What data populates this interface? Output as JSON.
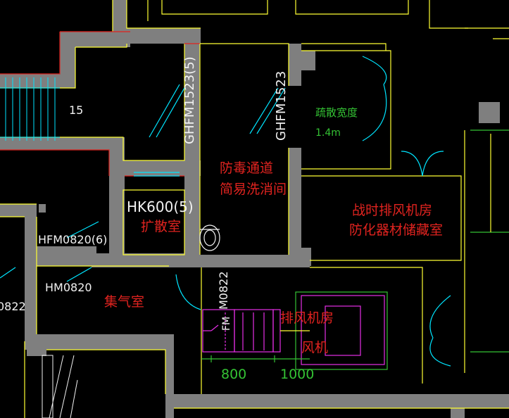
{
  "labels": {
    "stair_number": "15",
    "door_ghfm_large": "GHFM1523(5)",
    "door_ghfm": "GHFM1523",
    "evac_width_title": "疏散宽度",
    "evac_width_value": "1.4m",
    "corridor_line1": "防毒通道",
    "corridor_line2": "简易洗消间",
    "wartime_line1": "战时排风机房",
    "wartime_line2": "防化器材储藏室",
    "hk_door": "HK600(5)",
    "expansion_room": "扩散室",
    "hfm_door": "HFM0820(6)",
    "hm_door": "HM0820",
    "left_cut_code": "0822",
    "gas_room": "集气室",
    "door_m_a": "M0822",
    "door_m_b": "FM",
    "fan_room": "排风机房",
    "fan": "风机",
    "dim_left": "800",
    "dim_right": "1000"
  },
  "colors": {
    "background": "#000000",
    "wall_fill": "#7f7f7f",
    "wall_outline": "#ffff33",
    "hatch_cyan": "#00e5ff",
    "label_red": "#e0231f",
    "label_white": "#f2f2f2",
    "label_green": "#34c234",
    "fan_magenta": "#e62ee6"
  }
}
